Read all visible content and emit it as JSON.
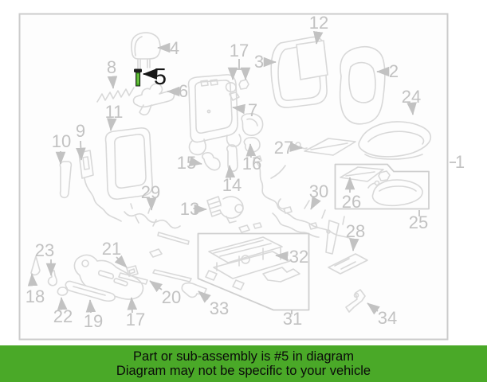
{
  "banner": {
    "line1": "Part or sub-assembly is #5 in diagram",
    "line2": "Diagram may not be specific to your vehicle",
    "bg_color": "#4aa928",
    "text_color": "#0a0a0a"
  },
  "highlight": {
    "part_number": "5",
    "bolt_color": "#42a81f",
    "bolt_head_color": "#1f1f1f",
    "callout_color": "#161616"
  },
  "diagram": {
    "label_color": "#c2c2c2",
    "line_color": "#d8d8d8",
    "border_color": "#cccccc",
    "labels": [
      {
        "n": "1",
        "t": [
          577,
          211
        ],
        "lines": [
          [
            564,
            204,
            572,
            204
          ]
        ]
      },
      {
        "n": "2",
        "t": [
          494,
          97
        ],
        "arrows": [
          [
            484,
            90,
            473,
            90
          ]
        ]
      },
      {
        "n": "3",
        "t": [
          325,
          85
        ],
        "arrows": [
          [
            333,
            78,
            346,
            78
          ]
        ]
      },
      {
        "n": "4",
        "t": [
          219,
          68
        ],
        "arrows": [
          [
            210,
            60,
            198,
            60
          ]
        ]
      },
      {
        "n": "5",
        "t": [
          201,
          106
        ],
        "arrows": [
          [
            196,
            93,
            180,
            93
          ]
        ],
        "hl": true
      },
      {
        "n": "6",
        "t": [
          230,
          122
        ],
        "arrows": [
          [
            221,
            115,
            210,
            115
          ]
        ]
      },
      {
        "n": "7",
        "t": [
          317,
          146
        ],
        "arrows": [
          [
            307,
            137,
            292,
            135
          ]
        ]
      },
      {
        "n": "8",
        "t": [
          140,
          92
        ],
        "arrows": [
          [
            141,
            96,
            142,
            111
          ]
        ]
      },
      {
        "n": "9",
        "t": [
          101,
          172
        ],
        "arrows": [
          [
            101,
            177,
            102,
            201
          ]
        ]
      },
      {
        "n": "10",
        "t": [
          77,
          185
        ],
        "arrows": [
          [
            76,
            190,
            76,
            206
          ]
        ]
      },
      {
        "n": "11",
        "t": [
          143,
          148
        ],
        "arrows": [
          [
            140,
            152,
            139,
            164
          ]
        ]
      },
      {
        "n": "12",
        "t": [
          400,
          36
        ],
        "arrows": [
          [
            399,
            41,
            397,
            55
          ]
        ]
      },
      {
        "n": "13",
        "t": [
          238,
          270
        ],
        "arrows": [
          [
            248,
            263,
            259,
            263
          ]
        ]
      },
      {
        "n": "14",
        "t": [
          291,
          240
        ],
        "arrows": [
          [
            289,
            226,
            288,
            208
          ]
        ]
      },
      {
        "n": "15",
        "t": [
          234,
          212
        ],
        "arrows": [
          [
            243,
            204,
            253,
            206
          ]
        ]
      },
      {
        "n": "16",
        "t": [
          316,
          213
        ],
        "arrows": [
          [
            315,
            198,
            314,
            181
          ]
        ]
      },
      {
        "n": "17",
        "t": [
          300,
          71
        ],
        "lines": [
          [
            300,
            74,
            300,
            87
          ],
          [
            292,
            87,
            308,
            87
          ]
        ],
        "arrows": [
          [
            292,
            87,
            292,
            100
          ],
          [
            308,
            87,
            308,
            100
          ]
        ]
      },
      {
        "n": "17",
        "t": [
          170,
          409
        ],
        "arrows": [
          [
            166,
            393,
            165,
            374
          ]
        ]
      },
      {
        "n": "18",
        "t": [
          44,
          380
        ],
        "arrows": [
          [
            41,
            359,
            40,
            344
          ]
        ]
      },
      {
        "n": "19",
        "t": [
          117,
          411
        ],
        "arrows": [
          [
            114,
            393,
            113,
            377
          ]
        ]
      },
      {
        "n": "20",
        "t": [
          215,
          381
        ],
        "arrows": [
          [
            203,
            364,
            188,
            353
          ]
        ]
      },
      {
        "n": "21",
        "t": [
          140,
          320
        ],
        "arrows": [
          [
            146,
            323,
            159,
            336
          ]
        ]
      },
      {
        "n": "22",
        "t": [
          79,
          405
        ],
        "arrows": [
          [
            78,
            387,
            77,
            374
          ]
        ]
      },
      {
        "n": "23",
        "t": [
          56,
          322
        ],
        "arrows": [
          [
            64,
            326,
            64,
            346
          ]
        ]
      },
      {
        "n": "24",
        "t": [
          516,
          129
        ],
        "arrows": [
          [
            517,
            133,
            518,
            144
          ]
        ]
      },
      {
        "n": "25",
        "t": [
          525,
          287
        ],
        "lines": [
          [
            526,
            264,
            526,
            272
          ]
        ]
      },
      {
        "n": "26",
        "t": [
          441,
          261
        ],
        "arrows": [
          [
            439,
            242,
            439,
            223
          ]
        ]
      },
      {
        "n": "27",
        "t": [
          356,
          193
        ],
        "arrows": [
          [
            367,
            185,
            379,
            186
          ]
        ]
      },
      {
        "n": "28",
        "t": [
          446,
          298
        ],
        "arrows": [
          [
            444,
            303,
            443,
            315
          ]
        ]
      },
      {
        "n": "29",
        "t": [
          189,
          249
        ],
        "arrows": [
          [
            190,
            252,
            190,
            264
          ]
        ]
      },
      {
        "n": "30",
        "t": [
          400,
          248
        ],
        "arrows": [
          [
            397,
            250,
            390,
            263
          ]
        ]
      },
      {
        "n": "31",
        "t": [
          367,
          408
        ],
        "lines": [
          [
            366,
            390,
            366,
            395
          ]
        ]
      },
      {
        "n": "32",
        "t": [
          375,
          330
        ],
        "arrows": [
          [
            361,
            322,
            346,
            321
          ]
        ]
      },
      {
        "n": "33",
        "t": [
          275,
          395
        ],
        "arrows": [
          [
            261,
            376,
            249,
            366
          ]
        ]
      },
      {
        "n": "34",
        "t": [
          486,
          407
        ],
        "arrows": [
          [
            474,
            391,
            461,
            381
          ]
        ]
      }
    ]
  }
}
